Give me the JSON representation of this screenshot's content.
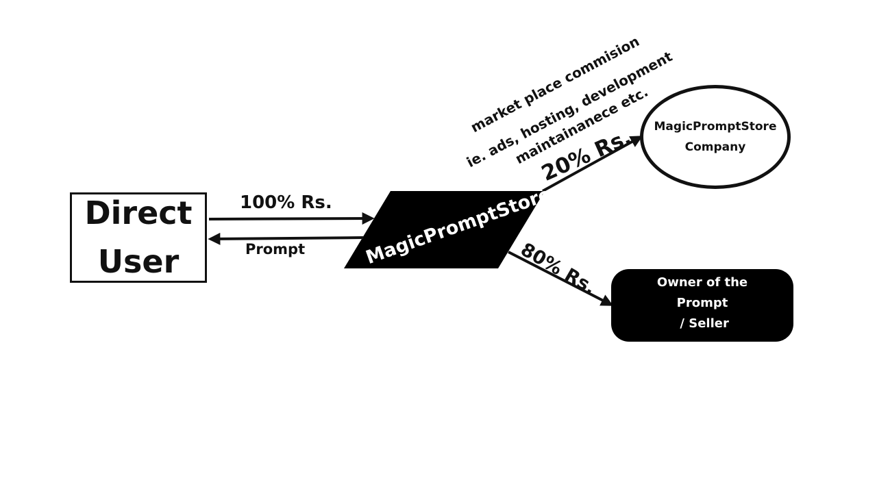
{
  "user_box": {
    "line1": "Direct",
    "line2": "User"
  },
  "store": {
    "name": "MagicPromptStore"
  },
  "company": {
    "line1": "MagicPromptStore",
    "line2": "Company"
  },
  "seller": {
    "line1": "Owner of the",
    "line2": "Prompt",
    "line3": " / Seller"
  },
  "flows": {
    "payment_in": "100% Rs.",
    "prompt_back": "Prompt",
    "commission": "20% Rs.",
    "seller_share": "80% Rs."
  },
  "commission_note": {
    "line1": "market place commision",
    "line2": "ie. ads, hosting, development",
    "line3": "maintainanece etc."
  }
}
